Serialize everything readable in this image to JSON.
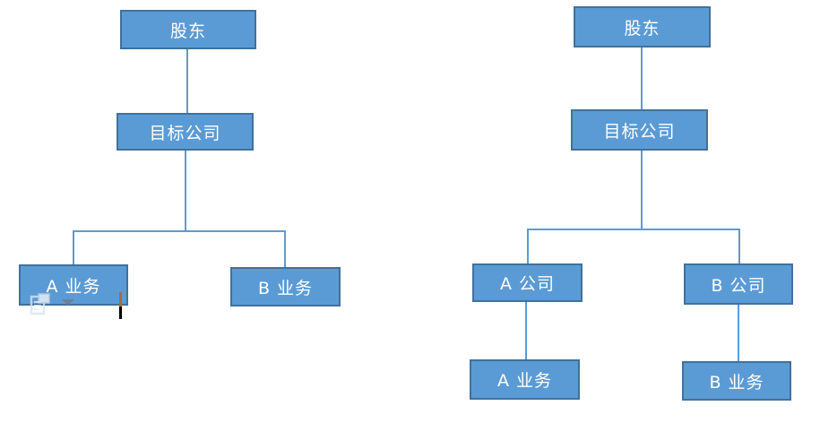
{
  "window": {
    "background": "#ffffff"
  },
  "colors": {
    "node_fill": "#5b9bd5",
    "node_border": "#41719c",
    "connector": "#5b9bd5",
    "node_text": "#ffffff",
    "cursor_upper": "#b06a26",
    "cursor_lower": "#000000"
  },
  "charts": {
    "left": {
      "nodes": [
        {
          "id": "shareholder",
          "label": "股东"
        },
        {
          "id": "target-company",
          "label": "目标公司"
        },
        {
          "id": "business-a",
          "label": "A 业务"
        },
        {
          "id": "business-b",
          "label": "B 业务"
        }
      ]
    },
    "right": {
      "nodes": [
        {
          "id": "shareholder",
          "label": "股东"
        },
        {
          "id": "target-company",
          "label": "目标公司"
        },
        {
          "id": "company-a",
          "label": "A 公司"
        },
        {
          "id": "company-b",
          "label": "B 公司"
        },
        {
          "id": "business-a",
          "label": "A 业务"
        },
        {
          "id": "business-b",
          "label": "B 业务"
        }
      ]
    }
  },
  "icons": {
    "paste_options": "clipboard-paste-icon",
    "paste_options_dropdown": "triangle-down-icon",
    "text_cursor": "text-cursor"
  }
}
